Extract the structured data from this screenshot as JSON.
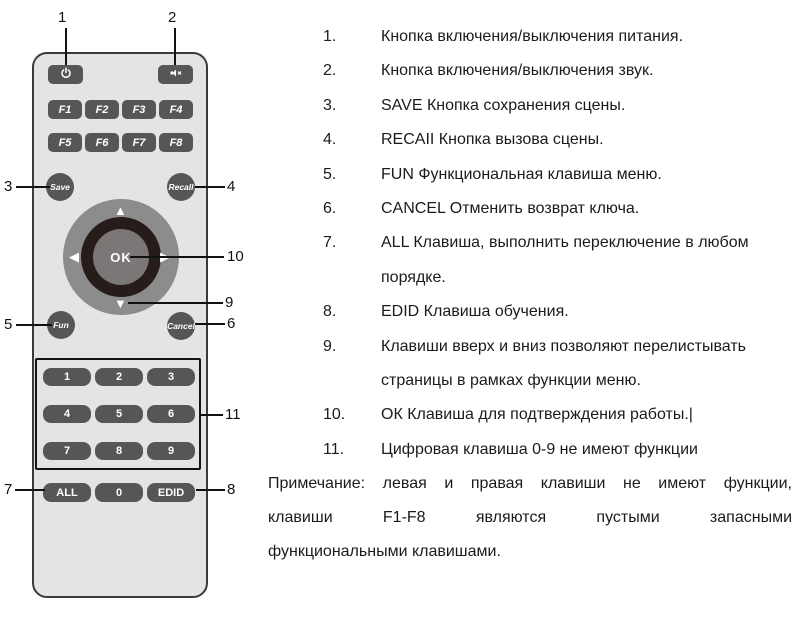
{
  "remote": {
    "top_buttons": {
      "power_icon": "power-icon",
      "mute_icon": "speaker-mute-icon"
    },
    "fkeys": [
      "F1",
      "F2",
      "F3",
      "F4",
      "F5",
      "F6",
      "F7",
      "F8"
    ],
    "scene_buttons": {
      "save": "Save",
      "recall": "Recall",
      "fun": "Fun",
      "cancel": "Cancel"
    },
    "dpad": {
      "ok": "OK",
      "up": "▲",
      "down": "▼",
      "left": "◀",
      "right": "▶"
    },
    "digits": [
      "1",
      "2",
      "3",
      "4",
      "5",
      "6",
      "7",
      "8",
      "9"
    ],
    "bottom_row": [
      "ALL",
      "0",
      "EDID"
    ],
    "callouts": {
      "c1": "1",
      "c2": "2",
      "c3": "3",
      "c4": "4",
      "c5": "5",
      "c6": "6",
      "c7": "7",
      "c8": "8",
      "c9": "9",
      "c10": "10",
      "c11": "11"
    }
  },
  "descriptions": {
    "items": [
      {
        "num": "1.",
        "text": "Кнопка включения/выключения питания."
      },
      {
        "num": "2.",
        "text": "Кнопка включения/выключения звук."
      },
      {
        "num": "3.",
        "text": "SAVE Кнопка сохранения сцены."
      },
      {
        "num": "4.",
        "text": "RECAII Кнопка вызова сцены."
      },
      {
        "num": "5.",
        "text": "FUN Функциональная клавиша меню."
      },
      {
        "num": "6.",
        "text": "CANCEL Отменить возврат ключа."
      },
      {
        "num": "7.",
        "text": "ALL Клавиша, выполнить переключение в любом порядке."
      },
      {
        "num": "8.",
        "text": "EDID Клавиша обучения."
      },
      {
        "num": "9.",
        "text": "Клавиши вверх и вниз позволяют перелистывать страницы в рамках функции меню."
      },
      {
        "num": "10.",
        "text": "ОК Клавиша для подтверждения работы.|"
      },
      {
        "num": "11.",
        "text": "Цифровая клавиша 0-9 не имеют функции"
      }
    ],
    "note_lines": [
      "Примечание: левая и правая клавиши не имеют функции,",
      "клавиши F1-F8 являются пустыми запасными",
      "функциональными клавишами."
    ]
  },
  "colors": {
    "remote_body": "#e4e4e4",
    "remote_border": "#3a3a3a",
    "button_dark": "#565659",
    "dpad_outer": "#8c8c8c",
    "dpad_ring": "#261d1a",
    "dpad_inner": "#7b7776",
    "callout": "#111111",
    "text": "#1b1b1b"
  }
}
